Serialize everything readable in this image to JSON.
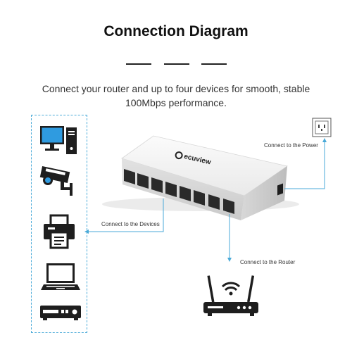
{
  "title": "Connection Diagram",
  "subtitle": "Connect your router and up to four devices for smooth, stable 100Mbps performance.",
  "brand": "ecuview",
  "labels": {
    "power": "Connect to the Power",
    "devices": "Connect to the Devices",
    "router": "Connect to the Router"
  },
  "devices": [
    {
      "icon": "desktop-computer-icon"
    },
    {
      "icon": "security-camera-icon"
    },
    {
      "icon": "printer-icon"
    },
    {
      "icon": "laptop-icon"
    },
    {
      "icon": "dvr-recorder-icon"
    }
  ],
  "colors": {
    "accent": "#4aaad8",
    "icon_dark": "#1e1e1e",
    "screen_blue": "#2f9be0",
    "switch_body": "#f4f4f4"
  }
}
